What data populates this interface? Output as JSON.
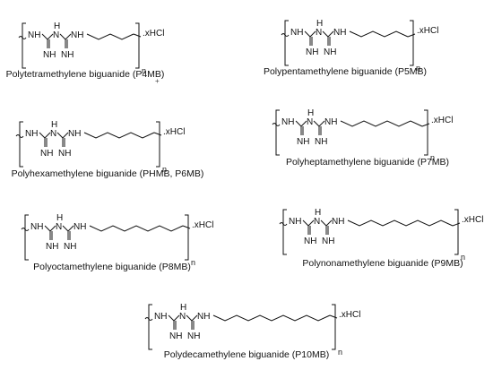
{
  "labels": {
    "NH": "NH",
    "H": "H",
    "N": "N",
    "n": "n",
    "salt": ".xHCl"
  },
  "stray_mark": "+",
  "polymers": [
    {
      "id": "p4mb",
      "name": "Polytetramethylene biguanide (P4MB)",
      "ch2_count": 4
    },
    {
      "id": "p5mb",
      "name": "Polypentamethylene biguanide (P5MB)",
      "ch2_count": 5
    },
    {
      "id": "p6mb",
      "name": "Polyhexamethylene biguanide (PHMB, P6MB)",
      "ch2_count": 6
    },
    {
      "id": "p7mb",
      "name": "Polyheptamethylene biguanide (P7MB)",
      "ch2_count": 7
    },
    {
      "id": "p8mb",
      "name": "Polyoctamethylene biguanide (P8MB)",
      "ch2_count": 8
    },
    {
      "id": "p9mb",
      "name": "Polynonamethylene biguanide (P9MB)",
      "ch2_count": 9
    },
    {
      "id": "p10mb",
      "name": "Polydecamethylene biguanide (P10MB)",
      "ch2_count": 10
    }
  ]
}
